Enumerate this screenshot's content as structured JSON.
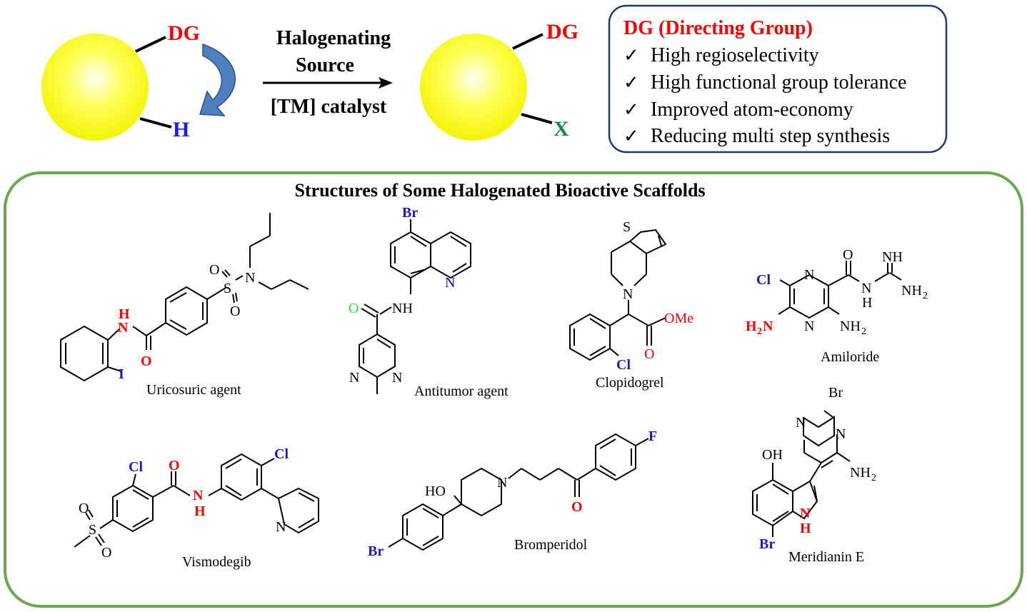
{
  "scheme": {
    "reactant_dg": "DG",
    "reactant_h": "H",
    "arrow_top_line1": "Halogenating",
    "arrow_top_line2": "Source",
    "arrow_bottom": "[TM] catalyst",
    "product_dg": "DG",
    "product_x": "X"
  },
  "advantages": {
    "title": "DG (Directing Group)",
    "check": "✓",
    "items": [
      "High regioselectivity",
      "High functional group tolerance",
      "Improved atom-economy",
      "Reducing multi step synthesis"
    ]
  },
  "panel": {
    "title": "Structures of Some Halogenated Bioactive Scaffolds"
  },
  "molecules": {
    "uricosuric": {
      "name": "Uricosuric agent",
      "S": "S",
      "O1": "O",
      "O2": "O",
      "N": "N",
      "H": "H",
      "N_amide": "N",
      "O_amide": "O",
      "I": "I"
    },
    "antitumor": {
      "name": "Antitumor agent",
      "Br": "Br",
      "N_ring": "N",
      "NH": "NH",
      "O": "O",
      "N1": "N",
      "N2": "N"
    },
    "clopidogrel": {
      "name": "Clopidogrel",
      "S": "S",
      "N": "N",
      "OMe": "OMe",
      "O": "O",
      "Cl": "Cl"
    },
    "amiloride": {
      "name": "Amiloride",
      "O": "O",
      "NH": "NH",
      "N_amide": "N",
      "H": "H",
      "NH2_a": "NH",
      "NH2_a_sub": "2",
      "Cl": "Cl",
      "N1": "N",
      "N2": "N",
      "H2N": "H",
      "H2N_sub": "2",
      "H2N_N": "N",
      "NH2_b": "NH",
      "NH2_b_sub": "2"
    },
    "vismodegib": {
      "name": "Vismodegib",
      "Cl1": "Cl",
      "O_amide": "O",
      "N": "N",
      "H": "H",
      "Cl2": "Cl",
      "S": "S",
      "O1": "O",
      "O2": "O",
      "N_py": "N"
    },
    "bromperidol": {
      "name": "Bromperidol",
      "HO": "HO",
      "N": "N",
      "O": "O",
      "F": "F",
      "Br": "Br"
    },
    "meridianin": {
      "name": "Meridianin E",
      "Br_top": "Br",
      "N1": "N",
      "N2": "N",
      "OH": "OH",
      "NH2": "NH",
      "NH2_sub": "2",
      "N_indole": "N",
      "H": "H",
      "Br_bottom": "Br"
    }
  },
  "colors": {
    "sphere": "#ffff33",
    "dg_red": "#ff0000",
    "h_blue": "#1a1aff",
    "x_green": "#1a8a4a",
    "curved_arrow": "#4f7fc0",
    "box_border": "#1f3a70",
    "panel_border": "#6aa84f",
    "halogen_blue": "#1a1acc",
    "hetero_red": "#ff0000",
    "o_green": "#33dd33"
  }
}
